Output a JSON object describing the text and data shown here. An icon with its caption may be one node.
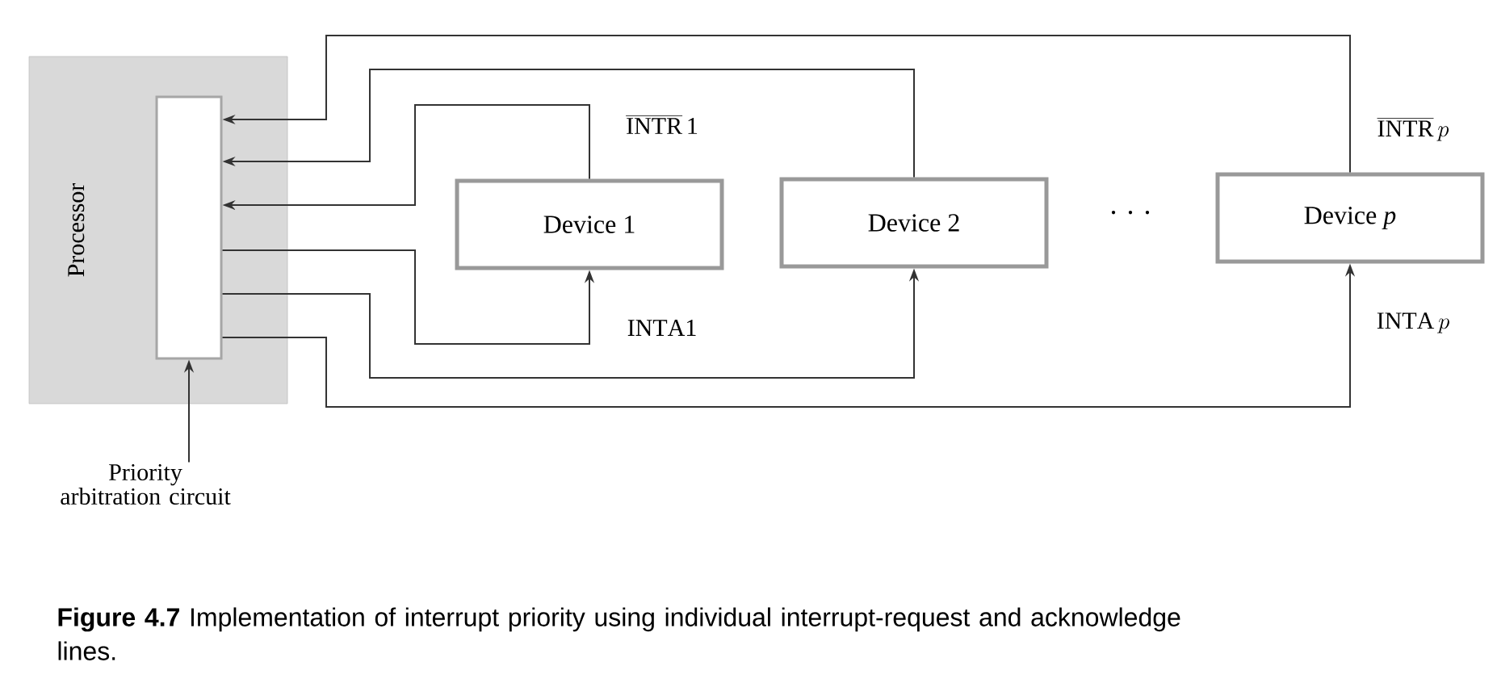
{
  "diagram": {
    "caption": "**Figure 4.7** Implementation of interrupt priority using individual interrupt-request and acknowledge lines.",
    "nodes": [
      {
        "text": [
          "Processor"
        ]
      },
      {
        "text": [],
        "shape": "box",
        "in": 0
      },
      {
        "text": [
          "Device 1"
        ]
      },
      {
        "text": [
          "Device 2"
        ]
      },
      {
        "text": [
          "Device *p*"
        ]
      },
      {
        "text": [
          "Priority arbitration circuit"
        ]
      }
    ],
    "edges": [
      {
        "from": 2,
        "to": 1,
        "arrow": "to",
        "label": "\\overline{\\mathrm{INTR}}\\,\\mathrm{1}"
      },
      {
        "from": 3,
        "to": 1,
        "arrow": "to"
      },
      {
        "from": 4,
        "to": 1,
        "arrow": "to",
        "label": "\\overline{\\mathrm{INTR}}\\,p"
      },
      {
        "from": 1,
        "to": 2,
        "arrow": "to",
        "label": "\\mathrm{INTA1}"
      },
      {
        "from": 1,
        "to": 3,
        "arrow": "to"
      },
      {
        "from": 1,
        "to": 4,
        "arrow": "to",
        "label": "\\mathrm{INTA}\\,p"
      },
      {
        "from": 5,
        "to": 1,
        "arrow": "to"
      }
    ],
    "labels": [
      "· · ·"
    ]
  }
}
